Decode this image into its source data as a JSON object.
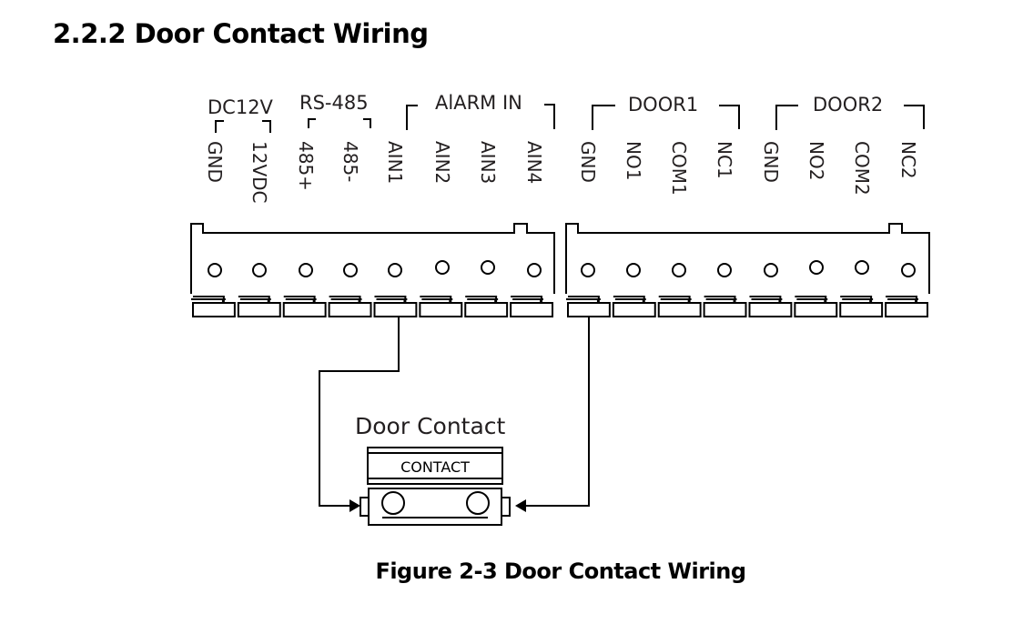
{
  "section_heading": "2.2.2 Door Contact Wiring",
  "figure_caption": "Figure 2-3 Door Contact Wiring",
  "diagram": {
    "groups": [
      {
        "label": "DC12V",
        "terminals": [
          "GND",
          "12VDC"
        ]
      },
      {
        "label": "RS-485",
        "terminals": [
          "485+",
          "485-"
        ]
      },
      {
        "label": "AlARM IN",
        "terminals": [
          "AIN1",
          "AIN2",
          "AIN3",
          "AIN4"
        ]
      },
      {
        "label": "DOOR1",
        "terminals": [
          "GND",
          "NO1",
          "COM1",
          "NC1"
        ]
      },
      {
        "label": "DOOR2",
        "terminals": [
          "GND",
          "NO2",
          "COM2",
          "NC2"
        ]
      }
    ],
    "connectors": [
      {
        "name": "left-terminal-block",
        "pin_count": 8
      },
      {
        "name": "right-terminal-block",
        "pin_count": 8
      }
    ],
    "device": {
      "title": "Door Contact",
      "label": "CONTACT"
    },
    "wires": [
      {
        "from": "AIN1",
        "to": "Door Contact (left)"
      },
      {
        "from": "GND (DOOR1)",
        "to": "Door Contact (right)"
      }
    ],
    "colors": {
      "line": "#000000",
      "text": "#231f20"
    }
  }
}
